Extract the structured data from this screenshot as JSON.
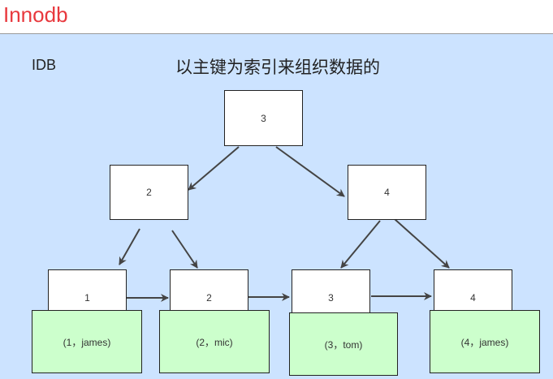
{
  "page_title": "Innodb",
  "engine_label": "IDB",
  "heading": "以主键为索引来组织数据的",
  "nodes": {
    "root": "3",
    "internal_left": "2",
    "internal_right": "4",
    "leaf_1": "1",
    "leaf_2": "2",
    "leaf_3": "3",
    "leaf_4": "4"
  },
  "rows": {
    "row_1": "(1，james)",
    "row_2": "(2，mic)",
    "row_3": "(3，tom)",
    "row_4": "(4，james)"
  },
  "colors": {
    "title": "#e8383d",
    "canvas": "#cce3ff",
    "row_fill": "#ccffcc",
    "edge": "#444444"
  }
}
